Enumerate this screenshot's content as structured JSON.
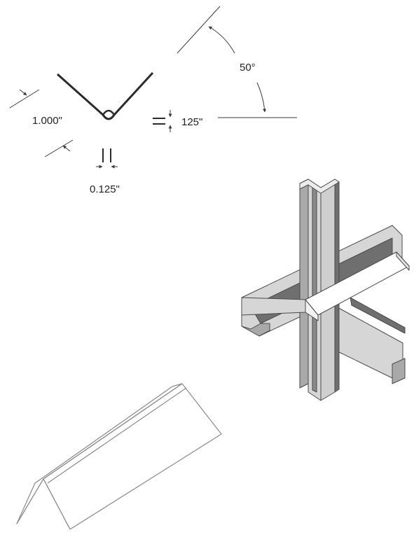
{
  "dimensions": {
    "leg_length": "1.000\"",
    "angle": "50°",
    "thickness": "125\"",
    "inner_radius": "0.125\""
  },
  "colors": {
    "line": "#3a3a3a",
    "profile": "#2b2b2b",
    "metal_light": "#d6d6d6",
    "metal_mid": "#a9a9a9",
    "metal_dark": "#6f6f6f",
    "background": "#ffffff"
  }
}
